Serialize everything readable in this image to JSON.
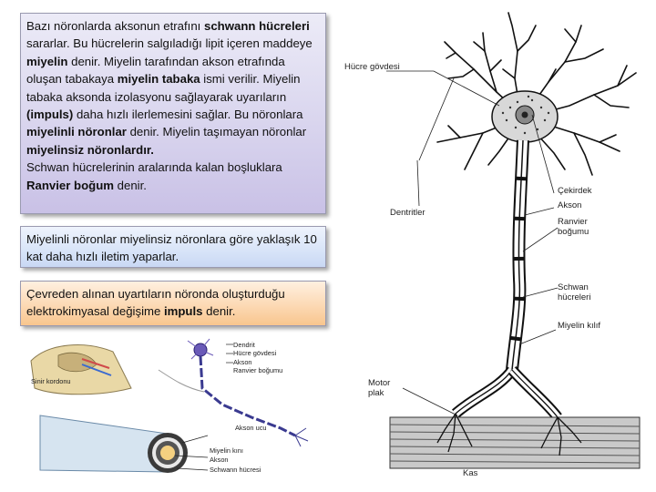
{
  "text_boxes": {
    "box1": {
      "segments": [
        {
          "t": "Bazı nöronlarda aksonun etrafını ",
          "b": false
        },
        {
          "t": "schwann hücreleri",
          "b": true
        },
        {
          "t": " sararlar. Bu hücrelerin salgıladığı lipit içeren maddeye ",
          "b": false
        },
        {
          "t": "miyelin",
          "b": true
        },
        {
          "t": " denir. Miyelin tarafından akson etrafında oluşan tabakaya ",
          "b": false
        },
        {
          "t": "miyelin tabaka",
          "b": true
        },
        {
          "t": " ismi verilir. Miyelin tabaka aksonda izolasyonu sağlayarak uyarıların ",
          "b": false
        },
        {
          "t": "(impuls)",
          "b": true
        },
        {
          "t": " daha hızlı ilerlemesini sağlar. Bu nöronlara ",
          "b": false
        },
        {
          "t": "miyelinli nöronlar",
          "b": true
        },
        {
          "t": " denir. Miyelin taşımayan nöronlar ",
          "b": false
        },
        {
          "t": "miyelinsiz nöronlardır.",
          "b": true
        },
        {
          "t": "\nSchwan hücrelerinin aralarında kalan boşluklara ",
          "b": false
        },
        {
          "t": "Ranvier boğum",
          "b": true
        },
        {
          "t": " denir.",
          "b": false
        }
      ]
    },
    "box2": {
      "segments": [
        {
          "t": "Miyelinli nöronlar miyelinsiz nöronlara göre yaklaşık 10 kat daha hızlı iletim yaparlar.",
          "b": false
        }
      ]
    },
    "box3": {
      "segments": [
        {
          "t": "Çevreden alınan uyartıların nöronda oluşturduğu elektrokimyasal değişime ",
          "b": false
        },
        {
          "t": "impuls",
          "b": true
        },
        {
          "t": " denir.",
          "b": false
        }
      ]
    }
  },
  "neuron_labels": {
    "cell_body": "Hücre gövdesi",
    "dendrites": "Dentritler",
    "nucleus": "Çekirdek",
    "axon": "Akson",
    "ranvier": "Ranvier boğumu",
    "schwann": "Schwan hücreleri",
    "myelin": "Miyelin kılıf",
    "motor": "Motor plak",
    "muscle": "Kas"
  },
  "inset_labels": {
    "dendrite": "Dendrit",
    "cell_body": "Hücre gövdesi",
    "axon": "Akson",
    "ranvier": "Ranvier boğumu",
    "spinal": "Sinir kordonu",
    "axon_end": "Akson ucu",
    "myelin": "Miyelin kını",
    "axon2": "Akson",
    "schwann": "Schwann hücresi"
  },
  "colors": {
    "box1_bg": "#d9d5ee",
    "box2_bg": "#d8e4f8",
    "box3_bg": "#fcd9b4"
  }
}
